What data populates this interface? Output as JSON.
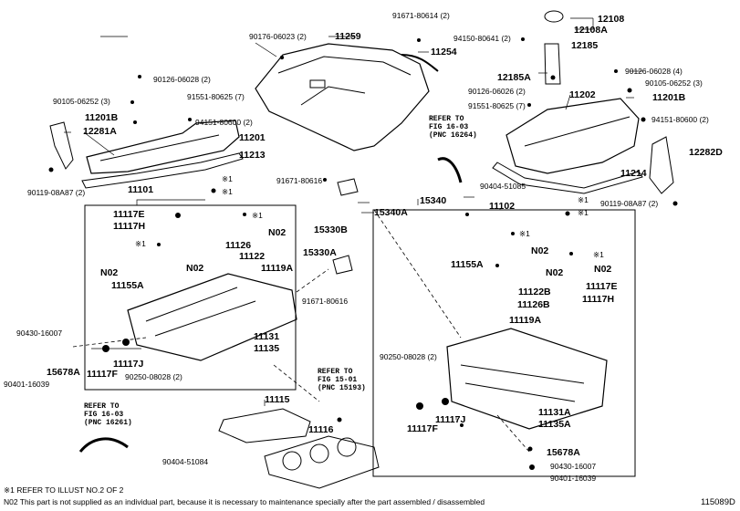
{
  "parts": {
    "p_12108": "12108",
    "p_12108A": "12108A",
    "p_91671_80614": "91671-80614 (2)",
    "p_90176_06023": "90176-06023 (2)",
    "p_11259": "11259",
    "p_94150_80641": "94150-80641 (2)",
    "p_12185": "12185",
    "p_11254": "11254",
    "p_90126_06028_2": "90126-06028 (2)",
    "p_90126_06028_4": "90126-06028 (4)",
    "p_12185A": "12185A",
    "p_90105_06252_3a": "90105-06252 (3)",
    "p_91551_80625_7a": "91551-80625 (7)",
    "p_90126_06026": "90126-06026 (2)",
    "p_11202": "11202",
    "p_90105_06252_3b": "90105-06252 (3)",
    "p_11201B_a": "11201B",
    "p_94151_80600_a": "94151-80600 (2)",
    "p_11201B_b": "11201B",
    "p_12281A": "12281A",
    "p_11201": "11201",
    "p_91551_80625_7b": "91551-80625 (7)",
    "p_94151_80600_b": "94151-80600 (2)",
    "p_11213": "11213",
    "p_12282D": "12282D",
    "p_90119_08A87_a": "90119-08A87 (2)",
    "p_11214": "11214",
    "p_x1_a": "※1",
    "p_x1_b": "※1",
    "p_90119_08A87_b": "90119-08A87 (2)",
    "p_91671_80616_a": "91671-80616",
    "p_90404_51085": "90404-51085",
    "p_x1_c": "※1",
    "p_x1_d": "※1",
    "p_11101": "11101",
    "p_15340": "15340",
    "p_15340A": "15340A",
    "p_11102": "11102",
    "p_11117E_a": "11117E",
    "p_x1_e": "※1",
    "p_11117H_a": "11117H",
    "p_N02_a": "N02",
    "p_15330B": "15330B",
    "p_x1_f": "※1",
    "p_11126": "11126",
    "p_15330A": "15330A",
    "p_x1_g": "※1",
    "p_N02_b": "N02",
    "p_11122_a": "11122",
    "p_N02_c": "N02",
    "p_N02_d": "N02",
    "p_11119A_a": "11119A",
    "p_11155A_a": "11155A",
    "p_x1_h": "※1",
    "p_N02_e": "N02",
    "p_N02_f": "N02",
    "p_91671_80616_b": "91671-80616",
    "p_11155A_b": "11155A",
    "p_11122B": "11122B",
    "p_11117E_b": "11117E",
    "p_11126B": "11126B",
    "p_11117H_b": "11117H",
    "p_90430_16007_a": "90430-16007",
    "p_11119A_b": "11119A",
    "p_11131_a": "11131",
    "p_11135_a": "11135",
    "p_90401_16039_a": "90401-16039",
    "p_15678A_a": "15678A",
    "p_11117F_a": "11117F",
    "p_11117J_a": "11117J",
    "p_90250_08028_a": "90250-08028 (2)",
    "p_90250_08028_b": "90250-08028 (2)",
    "p_11115": "11115",
    "p_11117J_b": "11117J",
    "p_11131A": "11131A",
    "p_11135A": "11135A",
    "p_11117F_b": "11117F",
    "p_11116": "11116",
    "p_15678A_b": "15678A",
    "p_90404_51084": "90404-51084",
    "p_90430_16007_b": "90430-16007",
    "p_90401_16039_b": "90401-16039"
  },
  "refs": {
    "r1": "REFER TO\nFIG 16-03\n(PNC 16264)",
    "r2": "REFER TO\nFIG 15-01\n(PNC 15193)",
    "r3": "REFER TO\nFIG 16-03\n(PNC 16261)"
  },
  "footer": {
    "note1": "※1 REFER TO ILLUST NO.2 OF 2",
    "note2": "N02 This part is not supplied as an individual part, because it is necessary to maintenance specially after the part assembled / disassembled",
    "illust_no": "115089D"
  }
}
